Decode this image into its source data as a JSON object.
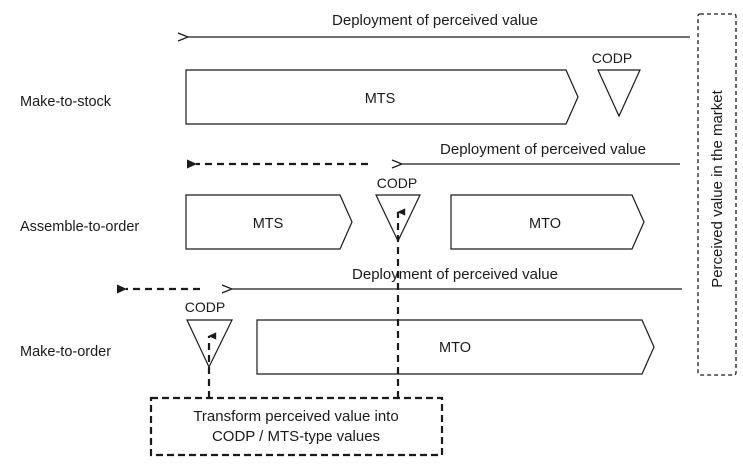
{
  "rows": {
    "make_to_stock": "Make-to-stock",
    "assemble_to_order": "Assemble-to-order",
    "make_to_order": "Make-to-order"
  },
  "deployment_labels": [
    "Deployment of perceived value",
    "Deployment of perceived value",
    "Deployment of perceived value"
  ],
  "codp_labels": [
    "CODP",
    "CODP",
    "CODP"
  ],
  "blocks": {
    "mts_row1": "MTS",
    "mts_row2": "MTS",
    "mto_row2": "MTO",
    "mto_row3": "MTO"
  },
  "market_label": "Perceived value in the market",
  "transform_box": {
    "line1": "Transform perceived value into",
    "line2": "CODP / MTS-type values"
  }
}
